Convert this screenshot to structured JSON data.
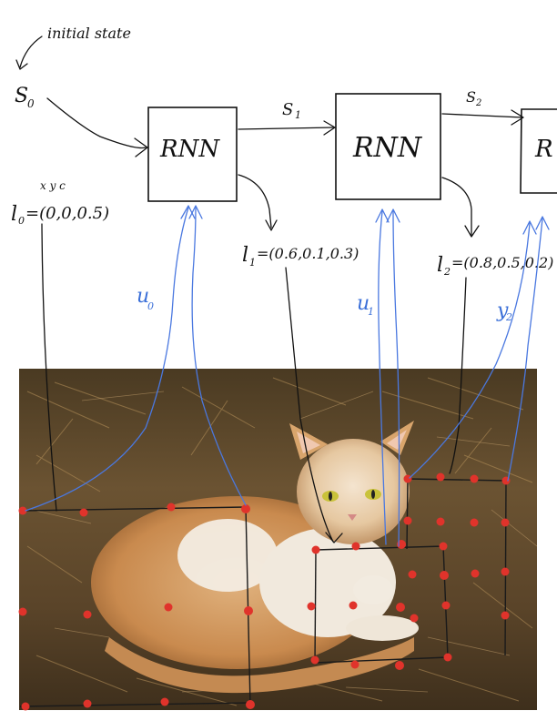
{
  "labels": {
    "initial_state": "initial state",
    "s0": "S",
    "s0_sub": "0",
    "s1": "S",
    "s1_sub": "1",
    "s2": "S",
    "s2_sub": "2",
    "rnn1": "RNN",
    "rnn2": "RNN",
    "rnn3": "R",
    "xyc_header": "x y c",
    "l0": "l",
    "l0_sub": "0",
    "l0_value": "=(0,0,0.5)",
    "l1": "l",
    "l1_sub": "1",
    "l1_value": "=(0.6,0.1,0.3)",
    "l2": "l",
    "l2_sub": "2",
    "l2_value": "=(0.8,0.5,0.2)",
    "u0": "u",
    "u0_sub": "0",
    "u1": "u",
    "u1_sub": "1",
    "u2": "y",
    "u2_sub": "2"
  },
  "photo": {
    "description_icon": "cat-photo",
    "subject": "cat lying in straw"
  },
  "colors": {
    "ink": "#111111",
    "blue": "#4a78e0",
    "dot": "#e0332b"
  }
}
